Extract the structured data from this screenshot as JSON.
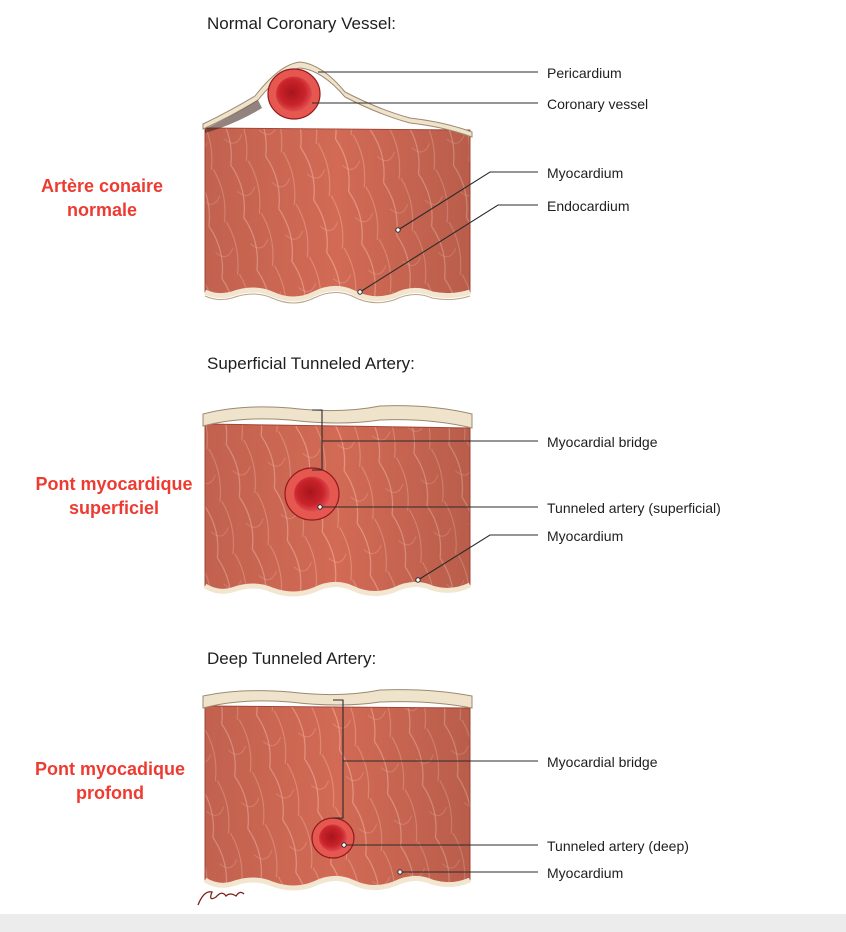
{
  "panels": [
    {
      "title": "Normal Coronary Vessel:",
      "side_label": [
        "Artère conaire",
        "normale"
      ],
      "annotations": [
        "Pericardium",
        "Coronary vessel",
        "Myocardium",
        "Endocardium"
      ]
    },
    {
      "title": "Superficial Tunneled Artery:",
      "side_label": [
        "Pont myocardique",
        "superficiel"
      ],
      "annotations": [
        "Myocardial bridge",
        "Tunneled artery (superficial)",
        "Myocardium"
      ]
    },
    {
      "title": "Deep Tunneled Artery:",
      "side_label": [
        "Pont myocadique",
        "profond"
      ],
      "annotations": [
        "Myocardial bridge",
        "Tunneled artery (deep)",
        "Myocardium"
      ]
    }
  ],
  "signature": "Nau",
  "colors": {
    "muscle": "#d26a55",
    "muscle_dark": "#b14c3d",
    "fiber": "#efa896",
    "pericardium": "#efe3cc",
    "vessel": "#c9232a",
    "label_red": "#ee3b32",
    "leader": "#2b2b2b"
  }
}
